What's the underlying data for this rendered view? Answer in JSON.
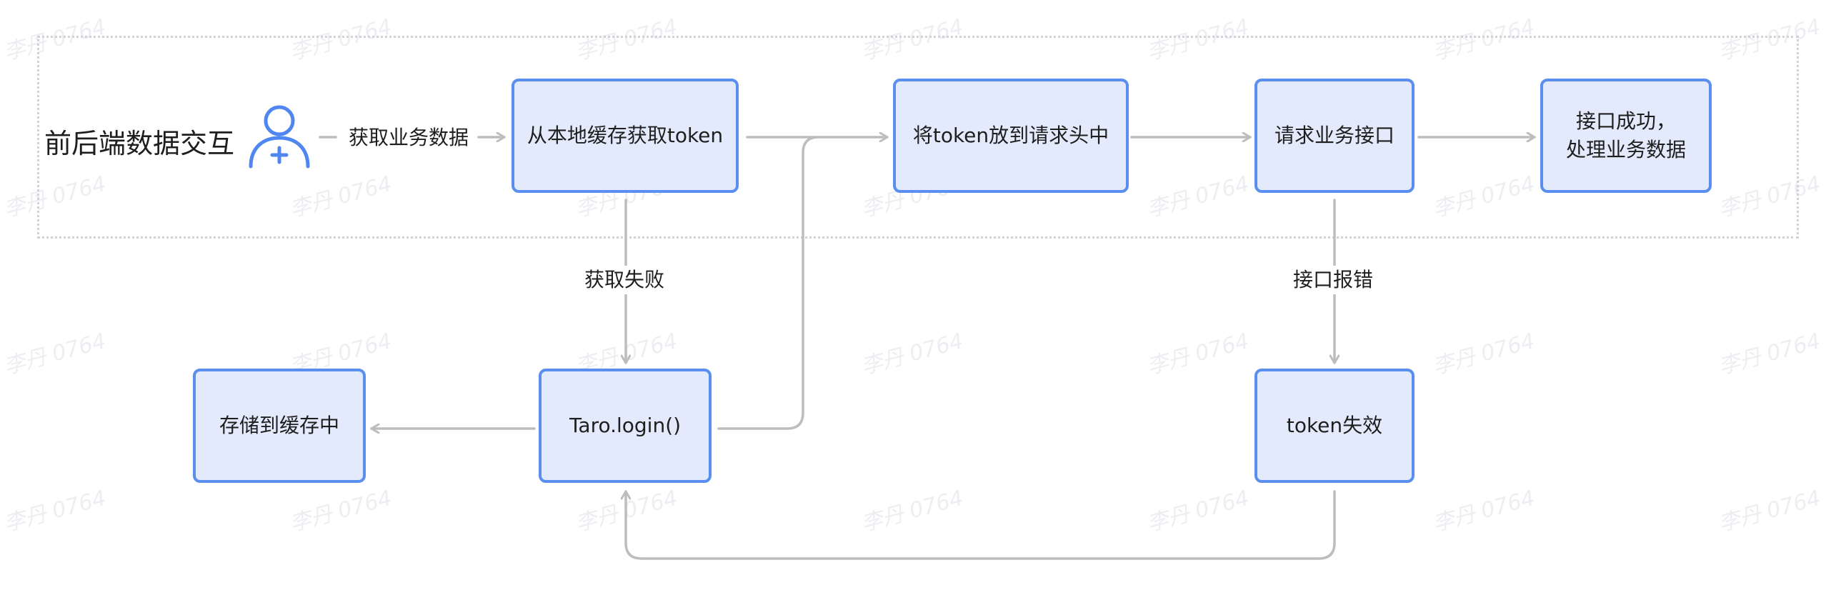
{
  "title": "前后端数据交互",
  "watermark": "李丹 0764",
  "actor": {
    "icon": "user-plus-icon"
  },
  "nodes": {
    "get_cache": "从本地缓存获取token",
    "put_header": "将token放到请求头中",
    "request_api": "请求业务接口",
    "success": "接口成功，\n处理业务数据",
    "taro_login": "Taro.login()",
    "store_cache": "存储到缓存中",
    "token_invalid": "token失效"
  },
  "edge_labels": {
    "fetch_data": "获取业务数据",
    "fetch_failed": "获取失败",
    "api_error": "接口报错"
  },
  "colors": {
    "node_fill": "#e2eafc",
    "node_border": "#5a8ff0",
    "edge": "#bdbdbd",
    "actor": "#4f86f0",
    "group_border": "#cfd2d8"
  }
}
